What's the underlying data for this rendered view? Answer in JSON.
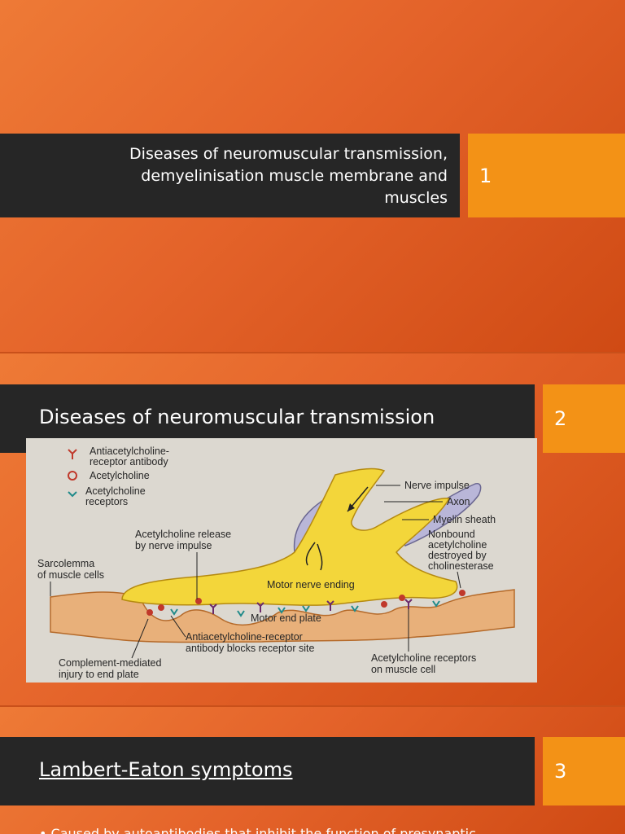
{
  "slides": [
    {
      "number": "1",
      "title": "Diseases of neuromuscular transmission, demyelinisation muscle membrane and muscles",
      "title_lines": [
        "Diseases of neuromuscular transmission,",
        "demyelinisation muscle membrane and",
        "muscles"
      ]
    },
    {
      "number": "2",
      "title": "Diseases of neuromuscular transmission",
      "figure": {
        "legend": {
          "antibody": [
            "Antiacetylcholine-",
            "receptor antibody"
          ],
          "acetylcholine": "Acetylcholine",
          "receptors": [
            "Acetylcholine",
            "receptors"
          ]
        },
        "labels": {
          "nerve_impulse": "Nerve impulse",
          "axon": "Axon",
          "myelin_sheath": "Myelin sheath",
          "release": [
            "Acetylcholine release",
            "by nerve impulse"
          ],
          "nonbound": [
            "Nonbound",
            "acetylcholine",
            "destroyed by",
            "cholinesterase"
          ],
          "sarcolemma": [
            "Sarcolemma",
            "of muscle cells"
          ],
          "motor_nerve_ending": "Motor nerve ending",
          "motor_end_plate": "Motor end plate",
          "antibody_blocks": [
            "Antiacetylcholine-receptor",
            "antibody blocks receptor site"
          ],
          "complement": [
            "Complement-mediated",
            "injury to end plate"
          ],
          "ach_receptors_cell": [
            "Acetylcholine receptors",
            "on muscle cell"
          ]
        }
      }
    },
    {
      "number": "3",
      "title": "Lambert-Eaton symptoms ",
      "bullet": "• Caused by autoantibodies that inhibit the function of presynaptic"
    }
  ],
  "colors": {
    "background": "#e4632a",
    "title_bar": "#262626",
    "number_box": "#f39216",
    "nerve": "#f3d63a",
    "myelin": "#b9b6d8",
    "muscle": "#e8b07a",
    "antibody": "#c0392b",
    "receptor": "#1f8a8a"
  }
}
